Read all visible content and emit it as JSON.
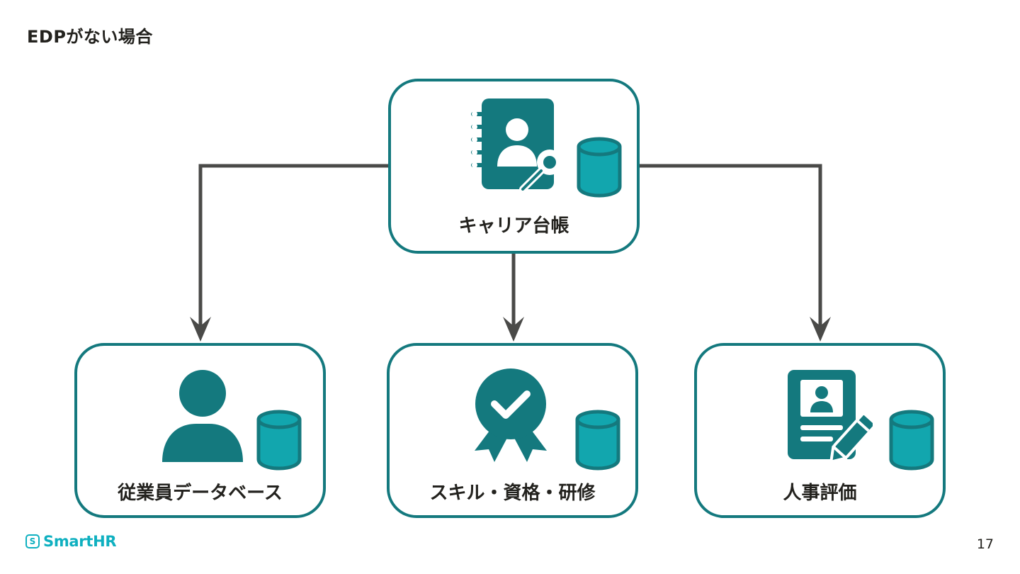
{
  "slide": {
    "title": "EDPがない場合",
    "page_number": "17"
  },
  "diagram": {
    "source": {
      "label": "キャリア台帳",
      "icon": "career-ledger-icon"
    },
    "targets": [
      {
        "label": "従業員データベース",
        "icon": "person-icon"
      },
      {
        "label": "スキル・資格・研修",
        "icon": "certificate-badge-icon"
      },
      {
        "label": "人事評価",
        "icon": "evaluation-form-icon"
      }
    ],
    "database_icon": "database-cylinder-icon"
  },
  "footer": {
    "logo_text": "SmartHR",
    "logo_mark": "S"
  },
  "colors": {
    "accent": "#14797e",
    "db_fill": "#12a6ae",
    "connector": "#4a4a48",
    "logo": "#0fb0c0"
  }
}
